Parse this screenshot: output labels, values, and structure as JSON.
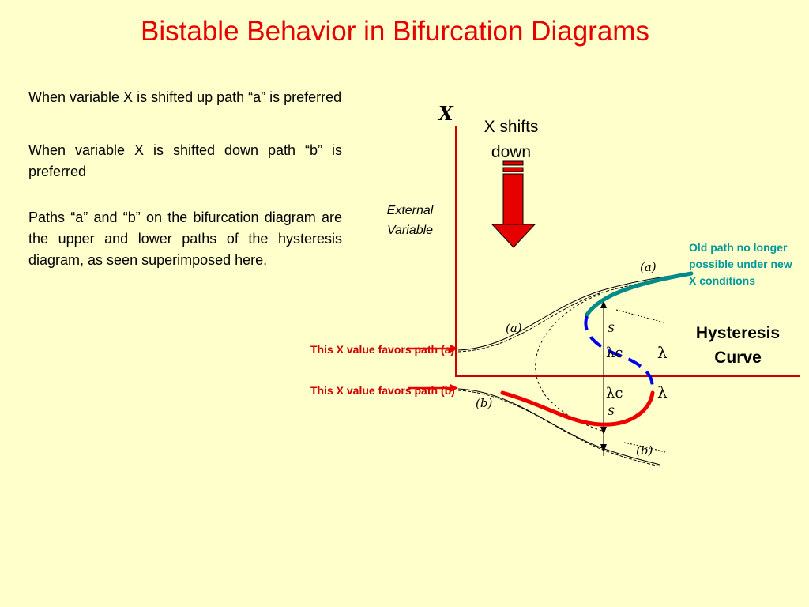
{
  "title": "Bistable Behavior in Bifurcation Diagrams",
  "paragraphs": [
    "When variable X is shifted up path “a” is preferred",
    "When variable X is shifted down path “b” is preferred",
    "Paths “a” and “b” on the bifurcation diagram are the upper and lower paths of the hysteresis diagram, as seen superimposed here."
  ],
  "arrow_label": "X shifts down",
  "external_variable_label": "External Variable",
  "old_path_note": "Old path no longer possible under new X conditions",
  "hysteresis_label": "Hysteresis Curve",
  "favor_a": "This X value favors path (a)",
  "favor_b": "This X value favors path (b)",
  "axis": {
    "y_label": "X"
  },
  "curve_labels": {
    "a_top": "(a)",
    "a_left": "(a)",
    "b_left": "(b)",
    "b_bottom": "(b)",
    "s_upper": "S",
    "s_lower": "S",
    "lambda_c_upper": "λc",
    "lambda_c_lower": "λc",
    "lambda_right": "λ",
    "lambda_lower": "λ"
  },
  "colors": {
    "title": "#e60000",
    "arrow": "#e60000",
    "path_teal": "#008b8b",
    "path_blue": "#0000ee",
    "path_red": "#ee0000",
    "axes": "#cc0000",
    "note_teal": "#009999",
    "favor_text": "#cc0000"
  }
}
